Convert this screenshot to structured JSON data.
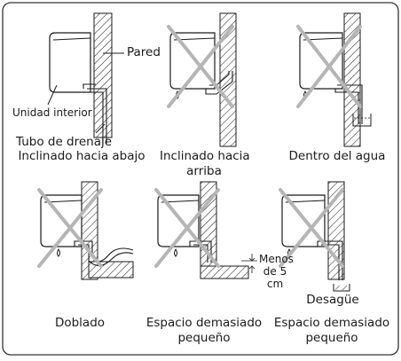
{
  "callouts": {
    "wall": "Pared",
    "indoor_unit": "Unidad interior",
    "drain_hose": "Tubo de drenaje",
    "gap": "Menos de 5 cm",
    "gap_line1": "Menos",
    "gap_line2": "de 5",
    "gap_line3": "cm",
    "drain": "Desagüe"
  },
  "panels": [
    {
      "caption": "Inclinado hacia abajo",
      "crossed": false
    },
    {
      "caption_line1": "Inclinado hacia",
      "caption_line2": "arriba",
      "crossed": true
    },
    {
      "caption": "Dentro del agua",
      "crossed": true
    },
    {
      "caption": "Doblado",
      "crossed": true
    },
    {
      "caption_line1": "Espacio demasiado",
      "caption_line2": "pequeño",
      "crossed": true
    },
    {
      "caption_line1": "Espacio demasiado",
      "caption_line2": "pequeño",
      "crossed": true
    }
  ],
  "colors": {
    "line": "#1a1a1a",
    "cross": "#b5b5b5",
    "border": "#333333"
  }
}
